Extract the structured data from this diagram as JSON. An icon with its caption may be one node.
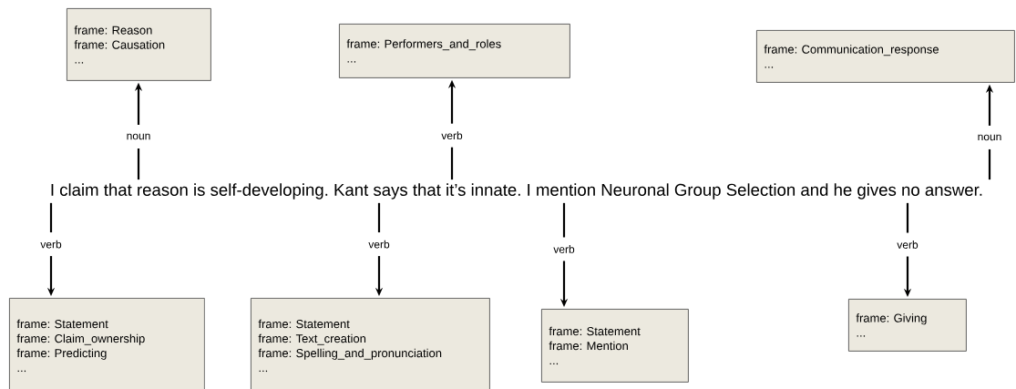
{
  "diagram": {
    "nodes": [
      {
        "text": [
          "I claim that reason is self-developing. Kant says that it’s innate. I mention Neuronal Group Selection and he gives no answer."
        ]
      },
      {
        "text": [
          "frame: Reason",
          "frame: Causation",
          "..."
        ]
      },
      {
        "text": [
          "frame: Performers_and_roles",
          "..."
        ]
      },
      {
        "text": [
          "frame: Communication_response",
          "..."
        ]
      },
      {
        "text": [
          "frame: Statement",
          "frame: Claim_ownership",
          "frame: Predicting",
          "..."
        ]
      },
      {
        "text": [
          "frame: Statement",
          "frame: Text_creation",
          "frame: Spelling_and_pronunciation",
          "..."
        ]
      },
      {
        "text": [
          "frame: Statement",
          "frame: Mention",
          "..."
        ]
      },
      {
        "text": [
          "frame: Giving",
          "..."
        ]
      }
    ],
    "edges": [
      {
        "from": 0,
        "to": 1,
        "arrow": "to",
        "label": "noun"
      },
      {
        "from": 0,
        "to": 2,
        "arrow": "to",
        "label": "verb"
      },
      {
        "from": 0,
        "to": 3,
        "arrow": "to",
        "label": "noun"
      },
      {
        "from": 0,
        "to": 4,
        "arrow": "to",
        "label": "verb"
      },
      {
        "from": 0,
        "to": 5,
        "arrow": "to",
        "label": "verb"
      },
      {
        "from": 0,
        "to": 6,
        "arrow": "to",
        "label": "verb"
      },
      {
        "from": 0,
        "to": 7,
        "arrow": "to",
        "label": "verb"
      }
    ]
  }
}
